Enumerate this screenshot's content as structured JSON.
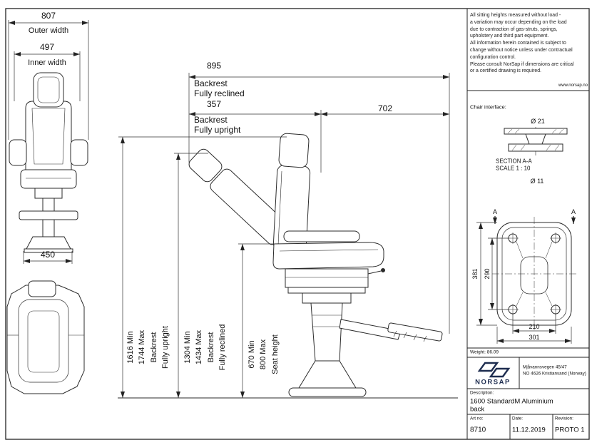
{
  "notes": {
    "text": "All sitting heights measured without load -\na variation may occur depending on the load\ndue to contraction of gas-struts, springs,\nupholstery and third part equipment.\nAll information herein contained is subject to\nchange without notice unless under contractual\nconfiguration control.\nPlease consult NorSap if dimensions are critical\nor a certified drawing is required.",
    "website": "www.norsap.no"
  },
  "front_view": {
    "outer_width_value": "807",
    "outer_width_label": "Outer width",
    "inner_width_value": "497",
    "inner_width_label": "Inner width",
    "base_width_value": "450"
  },
  "side_view": {
    "reclined_value": "895",
    "reclined_line1": "Backrest",
    "reclined_line2": "Fully reclined",
    "upright_value": "357",
    "upright_line1": "Backrest",
    "upright_line2": "Fully upright",
    "depth_value": "702",
    "height_upright": [
      "1616 Min",
      "1744 Max",
      "Backrest",
      "Fully upright"
    ],
    "height_reclined": [
      "1304 Min",
      "1434 Max",
      "Backrest",
      "Fully reclined"
    ],
    "seat_height": [
      "670 Min",
      "800 Max",
      "Seat height"
    ]
  },
  "interface": {
    "label": "Chair interface:",
    "dia_top": "Ø 21",
    "section_title": "SECTION A-A",
    "section_scale": "SCALE 1 : 10",
    "dia_bottom": "Ø 11",
    "marker": "A",
    "plate_height_outer": "381",
    "plate_height_inner": "290",
    "plate_width_inner": "210",
    "plate_width_outer": "301"
  },
  "title_block": {
    "weight": "Weight: 86.09",
    "brand": "NORSAP",
    "address_line1": "Mjåvannsvegen 45/47",
    "address_line2": "NO 4626 Kristiansand (Norway)",
    "description_label": "Description:",
    "description_line1": "1600 StandardM Aluminium",
    "description_line2": "back",
    "art_no_label": "Art no:",
    "art_no_value": "8710",
    "date_label": "Date:",
    "date_value": "11.12.2019",
    "revision_label": "Revision:",
    "revision_value": "PROTO 1"
  }
}
